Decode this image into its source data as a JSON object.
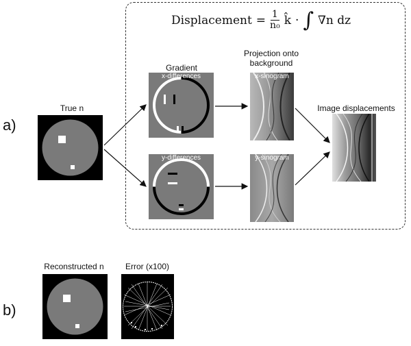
{
  "panel_a": {
    "letter": "a)",
    "equation": {
      "lhs": "Displacement",
      "equals": "=",
      "numerator": "1",
      "denominator": "n₀",
      "khat": "k̂",
      "dot": "·",
      "integral": "∫",
      "integrand": "∇n dz"
    },
    "true_n": {
      "label": "True n"
    },
    "gradient": {
      "label": "Gradient",
      "x_overlay": "x-differences",
      "y_overlay": "y-differences"
    },
    "projection": {
      "label_line1": "Projection onto",
      "label_line2": "background",
      "x_overlay": "x-sinogram",
      "y_overlay": "y-sinogram"
    },
    "displacements": {
      "label": "Image displacements"
    }
  },
  "panel_b": {
    "letter": "b)",
    "reconstructed": {
      "label": "Reconstructed n"
    },
    "error": {
      "label": "Error (x100)"
    }
  },
  "colors": {
    "background_gray": "#7a7a7a",
    "black": "#000000",
    "white": "#ffffff"
  }
}
